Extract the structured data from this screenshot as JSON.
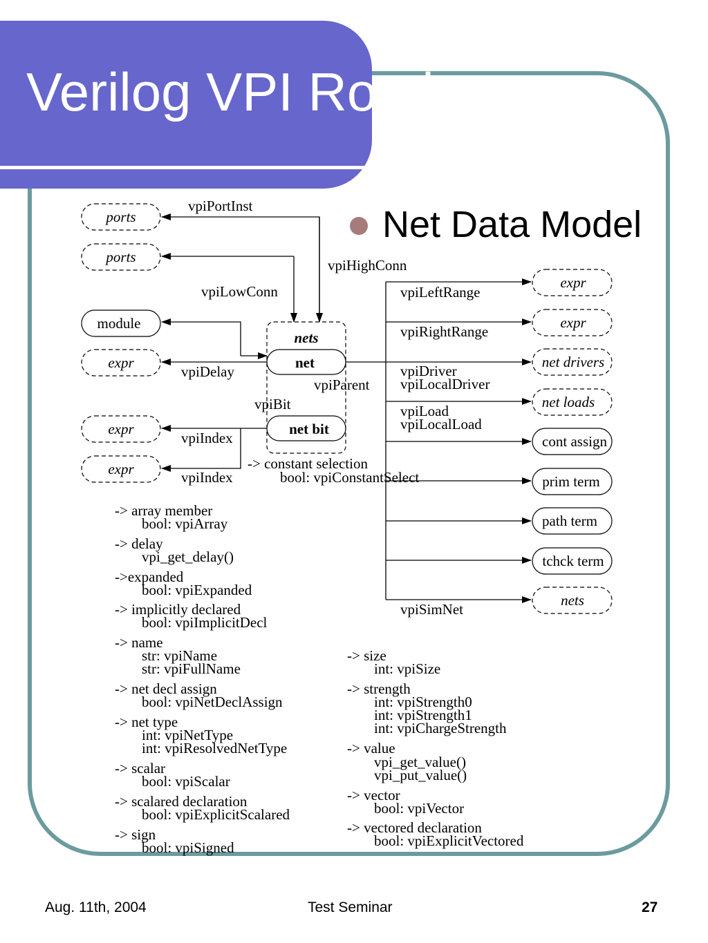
{
  "slide": {
    "title": "Verilog VPI Routines",
    "bullet": "Net Data Model"
  },
  "footer": {
    "date": "Aug. 11th, 2004",
    "event": "Test Seminar",
    "page": "27"
  },
  "diagram": {
    "boxes": {
      "ports1": "ports",
      "ports2": "ports",
      "module": "module",
      "expr_delay": "expr",
      "expr_index1": "expr",
      "expr_index2": "expr",
      "nets_group": "nets",
      "net": "net",
      "net_bit": "net bit",
      "expr_left": "expr",
      "expr_right": "expr",
      "net_drivers": "net drivers",
      "net_loads": "net loads",
      "cont_assign": "cont assign",
      "prim_term": "prim term",
      "path_term": "path term",
      "tchck_term": "tchck term",
      "nets_sim": "nets"
    },
    "edge_labels": {
      "port_inst": "vpiPortInst",
      "high_conn": "vpiHighConn",
      "low_conn": "vpiLowConn",
      "delay": "vpiDelay",
      "parent": "vpiParent",
      "bit": "vpiBit",
      "index1": "vpiIndex",
      "index2": "vpiIndex",
      "left_range": "vpiLeftRange",
      "right_range": "vpiRightRange",
      "driver": "vpiDriver",
      "local_driver": "vpiLocalDriver",
      "load": "vpiLoad",
      "local_load": "vpiLocalLoad",
      "sim_net": "vpiSimNet"
    },
    "constant_selection": {
      "head": "-> constant selection",
      "detail": "bool: vpiConstantSelect"
    },
    "properties_left": [
      {
        "head": "-> array member",
        "lines": [
          "bool: vpiArray"
        ]
      },
      {
        "head": "-> delay",
        "lines": [
          "vpi_get_delay()"
        ]
      },
      {
        "head": "->expanded",
        "lines": [
          "bool: vpiExpanded"
        ]
      },
      {
        "head": "-> implicitly declared",
        "lines": [
          "bool: vpiImplicitDecl"
        ]
      },
      {
        "head": "-> name",
        "lines": [
          "str: vpiName",
          "str: vpiFullName"
        ]
      },
      {
        "head": "-> net decl assign",
        "lines": [
          "bool: vpiNetDeclAssign"
        ]
      },
      {
        "head": "-> net type",
        "lines": [
          "int: vpiNetType",
          "int: vpiResolvedNetType"
        ]
      },
      {
        "head": "-> scalar",
        "lines": [
          "bool: vpiScalar"
        ]
      },
      {
        "head": "-> scalared declaration",
        "lines": [
          "bool: vpiExplicitScalared"
        ]
      },
      {
        "head": "-> sign",
        "lines": [
          "bool: vpiSigned"
        ]
      }
    ],
    "properties_right": [
      {
        "head": "-> size",
        "lines": [
          "int: vpiSize"
        ]
      },
      {
        "head": "-> strength",
        "lines": [
          "int: vpiStrength0",
          "int: vpiStrength1",
          "int: vpiChargeStrength"
        ]
      },
      {
        "head": "-> value",
        "lines": [
          "vpi_get_value()",
          "vpi_put_value()"
        ]
      },
      {
        "head": "-> vector",
        "lines": [
          "bool: vpiVector"
        ]
      },
      {
        "head": "-> vectored declaration",
        "lines": [
          "bool: vpiExplicitVectored"
        ]
      }
    ]
  }
}
